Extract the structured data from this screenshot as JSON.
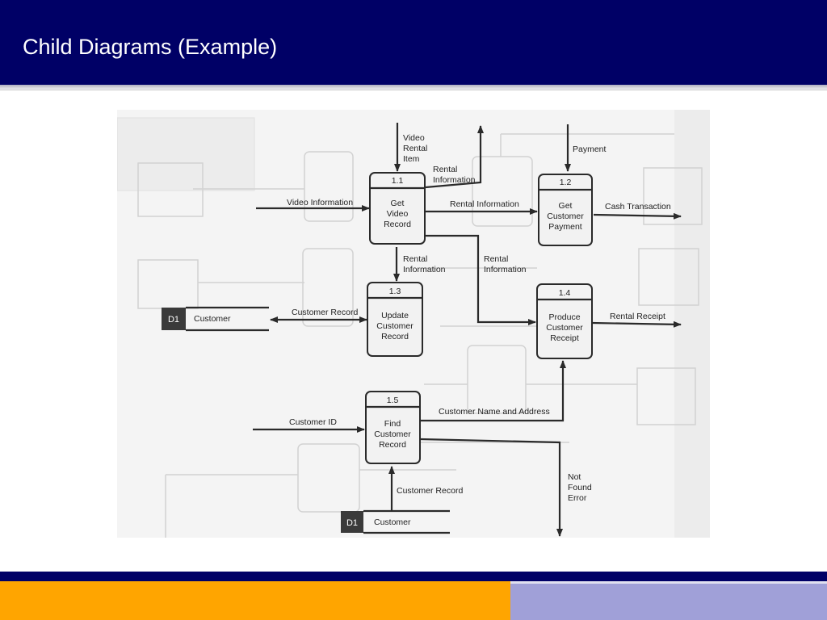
{
  "slide": {
    "title": "Child Diagrams (Example)"
  },
  "colors": {
    "title_bar": "#000066",
    "footer_orange": "#ffa500",
    "footer_lilac": "#a0a0d8",
    "diagram_bg": "#f4f4f4"
  },
  "diagram": {
    "processes": [
      {
        "id": "1.1",
        "lines": [
          "Get",
          "Video",
          "Record"
        ]
      },
      {
        "id": "1.2",
        "lines": [
          "Get",
          "Customer",
          "Payment"
        ]
      },
      {
        "id": "1.3",
        "lines": [
          "Update",
          "Customer",
          "Record"
        ]
      },
      {
        "id": "1.4",
        "lines": [
          "Produce",
          "Customer",
          "Receipt"
        ]
      },
      {
        "id": "1.5",
        "lines": [
          "Find",
          "Customer",
          "Record"
        ]
      }
    ],
    "datastores": [
      {
        "id": "D1",
        "name": "Customer"
      },
      {
        "id": "D1",
        "name": "Customer"
      }
    ],
    "flows": {
      "video_rental_item": [
        "Video",
        "Rental",
        "Item"
      ],
      "rental_info_up": [
        "Rental",
        "Information"
      ],
      "payment": "Payment",
      "video_information": "Video Information",
      "rental_info_mid": "Rental Information",
      "cash_transaction": "Cash Transaction",
      "rental_info_down": [
        "Rental",
        "Information"
      ],
      "rental_info_right": [
        "Rental",
        "Information"
      ],
      "customer_record_d1": "Customer Record",
      "rental_receipt": "Rental Receipt",
      "customer_name_address": "Customer Name and Address",
      "customer_id": "Customer ID",
      "customer_record_up": "Customer Record",
      "not_found_error": [
        "Not",
        "Found",
        "Error"
      ]
    }
  }
}
